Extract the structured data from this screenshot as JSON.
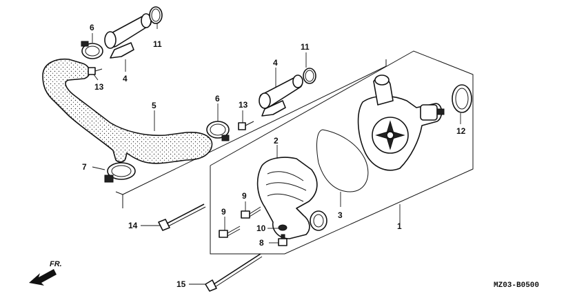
{
  "diagram": {
    "code": "MZ03-B0500",
    "direction_label": "FR.",
    "callouts": {
      "c1": "1",
      "c2": "2",
      "c3": "3",
      "c4a": "4",
      "c4b": "4",
      "c5": "5",
      "c6a": "6",
      "c6b": "6",
      "c7": "7",
      "c8": "8",
      "c9a": "9",
      "c9b": "9",
      "c10": "10",
      "c11a": "11",
      "c11b": "11",
      "c12": "12",
      "c13a": "13",
      "c13b": "13",
      "c14": "14",
      "c15": "15"
    }
  }
}
